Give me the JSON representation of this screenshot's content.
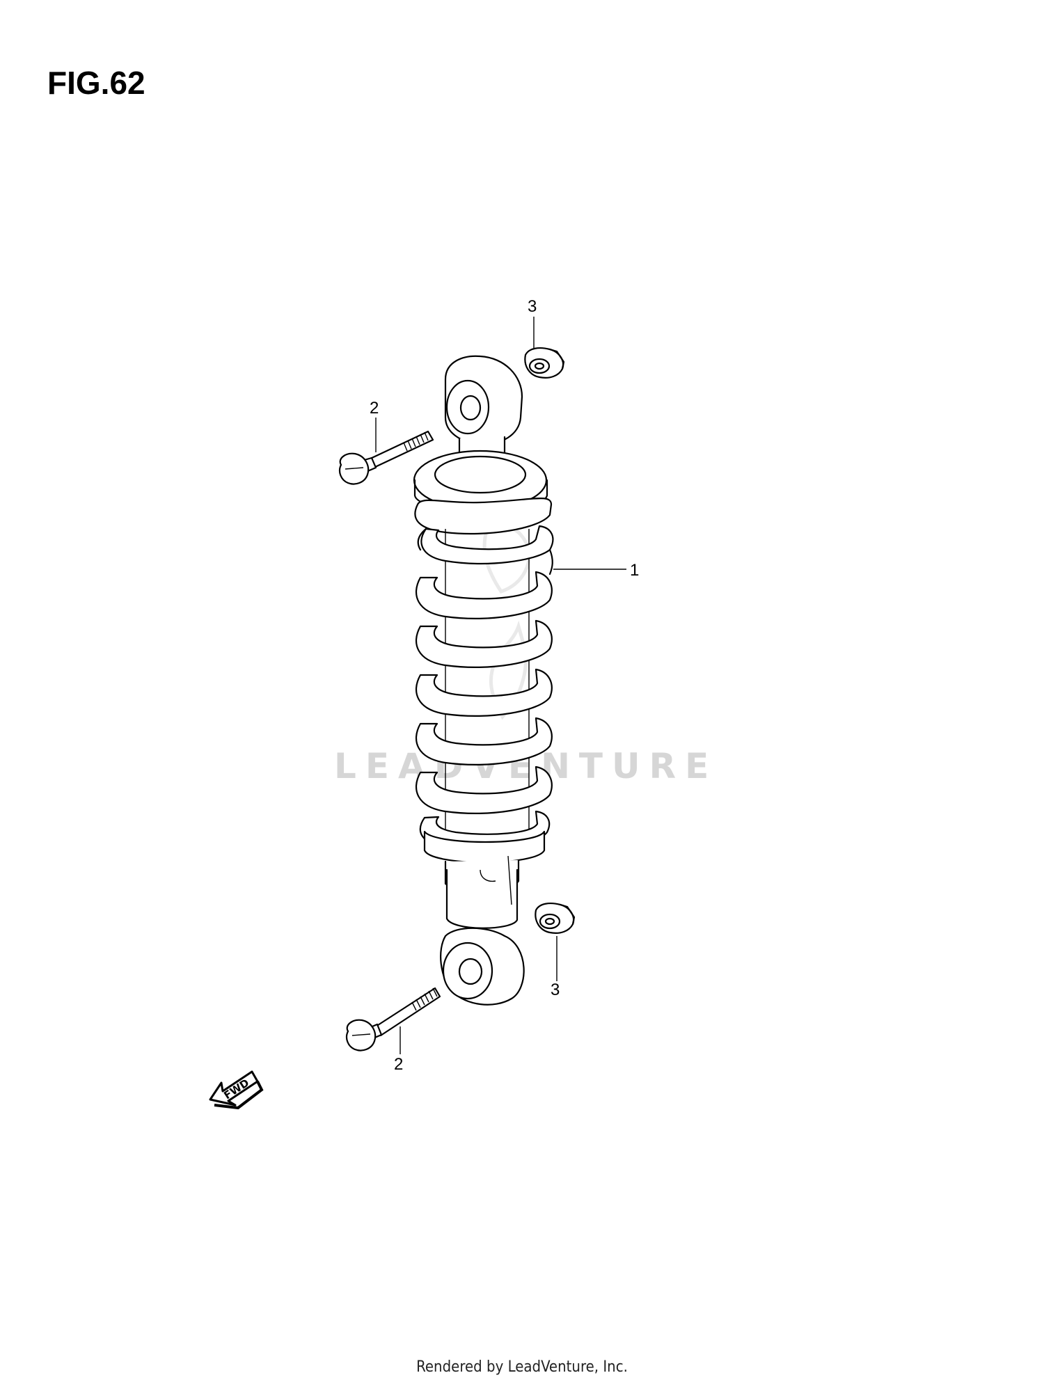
{
  "figure": {
    "title": "FIG.62"
  },
  "callouts": {
    "shock_absorber": "1",
    "bolt_upper": "2",
    "bolt_lower": "2",
    "nut_upper": "3",
    "nut_lower": "3"
  },
  "direction_marker": {
    "label": "FWD",
    "icon": "fwd-arrow-icon"
  },
  "watermark": {
    "text": "LEADVENTURE",
    "icon": "leadventure-logo-icon"
  },
  "footer": {
    "text": "Rendered by LeadVenture, Inc."
  }
}
